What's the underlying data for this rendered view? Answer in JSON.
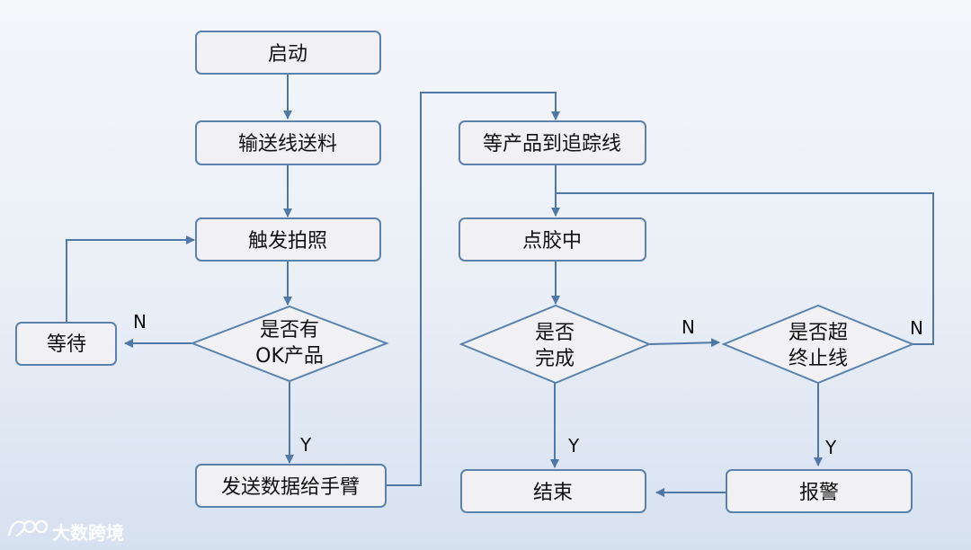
{
  "nodes": {
    "start": "启动",
    "conveyor": "输送线送料",
    "trigger": "触发拍照",
    "check_ok_line1": "是否有",
    "check_ok_line2": "OK产品",
    "wait": "等待",
    "send": "发送数据给手臂",
    "wait_tracking": "等产品到追踪线",
    "dispensing": "点胶中",
    "done_line1": "是否",
    "done_line2": "完成",
    "over_line1": "是否超",
    "over_line2": "终止线",
    "end": "结束",
    "alarm": "报警"
  },
  "labels": {
    "n_wait": "N",
    "y_send": "Y",
    "n_done": "N",
    "y_done": "Y",
    "n_over": "N",
    "y_over": "Y"
  },
  "watermark": "大数跨境",
  "colors": {
    "line": "#4f78a6",
    "box_border": "#5a82ad",
    "box_fill": "#f1f1f3"
  }
}
